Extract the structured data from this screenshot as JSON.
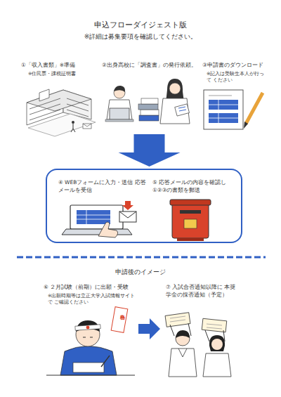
{
  "diagram": {
    "title": "申込フローダイジェスト版",
    "nodes": [
      {
        "text": [
          "①「収入書類」※準備",
          "※住民票・課税証明書"
        ]
      },
      {
        "text": [
          "②出身高校に「調査書」の発行依頼。"
        ]
      },
      {
        "text": [
          "③申請書のダウンロード",
          "※記入は受験生本人が行って ください"
        ]
      },
      {
        "text": [
          "④ WEBフォームに入力・送信 応答メールを受信",
          "⑤ 応答メールの内容を確認し ①②③の書類を郵送"
        ]
      },
      {
        "text": [
          "⑥ ２月試験（前期）に出願・受験",
          "※出願時期等は立正大学入試情報サイトで ご確認ください"
        ]
      },
      {
        "text": [
          "⑦ 入試合否通知以降に 本奨学金の採否通知（予定）"
        ]
      }
    ],
    "edges": [
      {
        "from": 1,
        "to": 3,
        "arrow": "to"
      },
      {
        "from": 4,
        "to": 5,
        "arrow": "to"
      }
    ],
    "labels": [
      "※詳細は募集要項を確認してください。",
      "申請後のイメージ",
      "合格"
    ]
  }
}
